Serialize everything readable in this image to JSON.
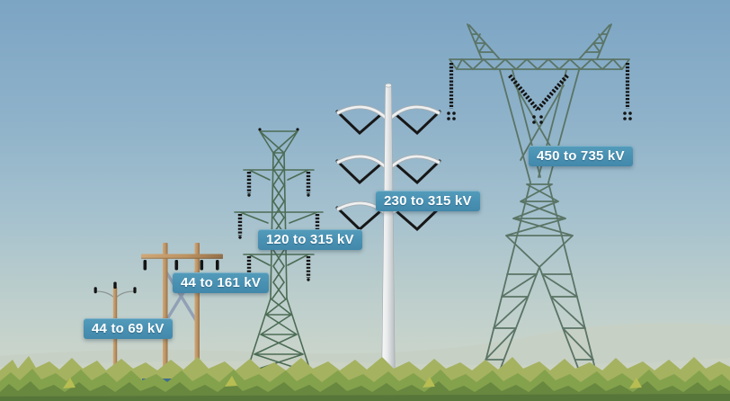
{
  "scene": {
    "structures": [
      {
        "label": "44 to 69 kV",
        "type": "wooden-distribution-pole"
      },
      {
        "label": "44 to 161 kV",
        "type": "wooden-h-frame"
      },
      {
        "label": "120 to 315 kV",
        "type": "steel-lattice-tower"
      },
      {
        "label": "230 to 315 kV",
        "type": "tubular-steel-pole"
      },
      {
        "label": "450 to 735 kV",
        "type": "guyed-v-lattice-tower"
      }
    ],
    "colors": {
      "badge_bg": "#4a92b4",
      "badge_text": "#ffffff",
      "sky_top": "#7ca5c4",
      "sky_horizon": "#ccd5c9",
      "hill": "#c7d0c4",
      "grass_back": "#a5b260",
      "grass_mid": "#84a24c",
      "grass_front": "#68873f",
      "grass_dark": "#57763a",
      "lattice_green": "#4c6c55",
      "large_lattice_green": "#5a7466",
      "wood": "#c49a68",
      "steel_pole": "#e9ebec",
      "insulator": "#141414",
      "steel_brace": "#91a0b5",
      "water": "#3e6d8d"
    }
  }
}
